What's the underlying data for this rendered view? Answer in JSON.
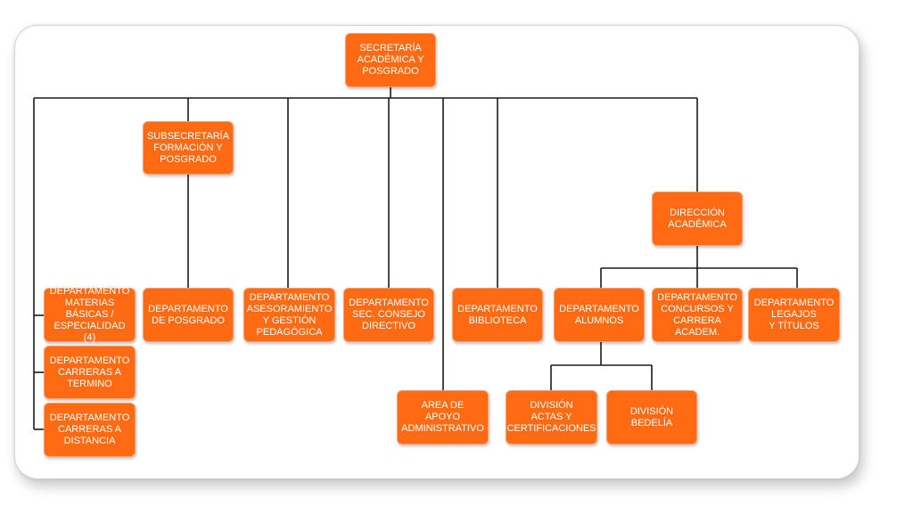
{
  "chart": {
    "accent": "#ff6a12",
    "line_color": "#1a1a1a",
    "nodes": {
      "secretaria": "SECRETARÍA\nACADÉMICA Y\nPOSGRADO",
      "subsecretaria": "SUBSECRETARÍA\nFORMACIÓN Y\nPOSGRADO",
      "direccion": "DIRECCIÓN\nACADÉMICA",
      "materias_basicas": "DEPARTAMENTO\nMATERIAS\nBÁSICAS /\nESPECIALIDAD (4)",
      "carreras_termino": "DEPARTAMENTO\nCARRERAS A\nTERMINO",
      "carreras_distancia": "DEPARTAMENTO\nCARRERAS A\nDISTANCIA",
      "posgrado": "DEPARTAMENTO\nDE POSGRADO",
      "asesoramiento": "DEPARTAMENTO\nASESORAMIENTO\nY GESTIÓN\nPEDAGÓGICA",
      "consejo": "DEPARTAMENTO\nSEC. CONSEJO\nDIRECTIVO",
      "biblioteca": "DEPARTAMENTO\nBIBLIOTECA",
      "alumnos": "DEPARTAMENTO\nALUMNOS",
      "concursos": "DEPARTAMENTO\nCONCURSOS Y\nCARRERA ACADEM.",
      "legajos": "DEPARTAMENTO\nLEGAJOS\nY TÍTULOS",
      "apoyo": "AREA DE\nAPOYO\nADMINISTRATIVO",
      "actas": "DIVISIÓN\nACTAS Y\nCERTIFICACIONES",
      "bedelia": "DIVISIÓN\nBEDELÍA"
    }
  }
}
